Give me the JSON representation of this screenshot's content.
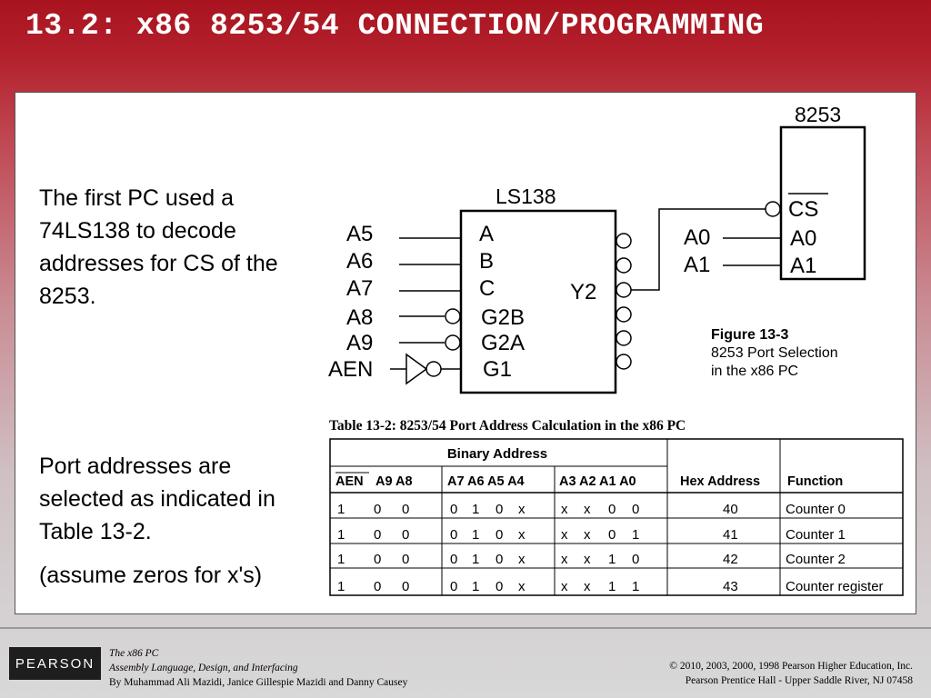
{
  "slide": {
    "title": "13.2: x86 8253/54 CONNECTION/PROGRAMMING",
    "paragraph1": "The first PC used a 74LS138 to decode addresses for CS of the 8253.",
    "paragraph2": "Port addresses are selected as indicated in Table 13-2.",
    "paragraph3": "(assume zeros for x's)"
  },
  "figure": {
    "caption_title": "Figure 13-3",
    "caption_line1": "8253 Port Selection",
    "caption_line2": "in the x86 PC",
    "decoder_label": "LS138",
    "decoder_inputs": [
      "A",
      "B",
      "C",
      "G2B",
      "G2A",
      "G1"
    ],
    "decoder_output": "Y2",
    "address_lines": [
      "A5",
      "A6",
      "A7",
      "A8",
      "A9",
      "AEN"
    ],
    "timer_label": "8253",
    "timer_pins": [
      "CS",
      "A0",
      "A1"
    ],
    "timer_inputs": [
      "A0",
      "A1"
    ]
  },
  "table": {
    "title": "Table 13-2: 8253/54 Port Address Calculation in the x86 PC",
    "group_header": "Binary Address",
    "col_aen": "AEN",
    "col_a9a8": "A9 A8",
    "col_a7a4": "A7 A6 A5 A4",
    "col_a3a0": "A3 A2 A1 A0",
    "col_hex": "Hex Address",
    "col_function": "Function",
    "rows": [
      {
        "aen": "1",
        "a9": "0",
        "a8": "0",
        "a7a4": [
          "0",
          "1",
          "0",
          "x"
        ],
        "a3a0": [
          "x",
          "x",
          "0",
          "0"
        ],
        "hex": "40",
        "function": "Counter 0"
      },
      {
        "aen": "1",
        "a9": "0",
        "a8": "0",
        "a7a4": [
          "0",
          "1",
          "0",
          "x"
        ],
        "a3a0": [
          "x",
          "x",
          "0",
          "1"
        ],
        "hex": "41",
        "function": "Counter 1"
      },
      {
        "aen": "1",
        "a9": "0",
        "a8": "0",
        "a7a4": [
          "0",
          "1",
          "0",
          "x"
        ],
        "a3a0": [
          "x",
          "x",
          "1",
          "0"
        ],
        "hex": "42",
        "function": "Counter 2"
      },
      {
        "aen": "1",
        "a9": "0",
        "a8": "0",
        "a7a4": [
          "0",
          "1",
          "0",
          "x"
        ],
        "a3a0": [
          "x",
          "x",
          "1",
          "1"
        ],
        "hex": "43",
        "function": "Counter register"
      }
    ]
  },
  "footer": {
    "logo_text": "PEARSON",
    "book_title": "The x86 PC",
    "book_subtitle": "Assembly Language, Design, and Interfacing",
    "authors": "By Muhammad Ali Mazidi, Janice Gillespie Mazidi and Danny Causey",
    "copyright": "© 2010, 2003, 2000, 1998 Pearson Higher Education, Inc.",
    "publisher": "Pearson Prentice Hall - Upper Saddle River, NJ 07458"
  }
}
